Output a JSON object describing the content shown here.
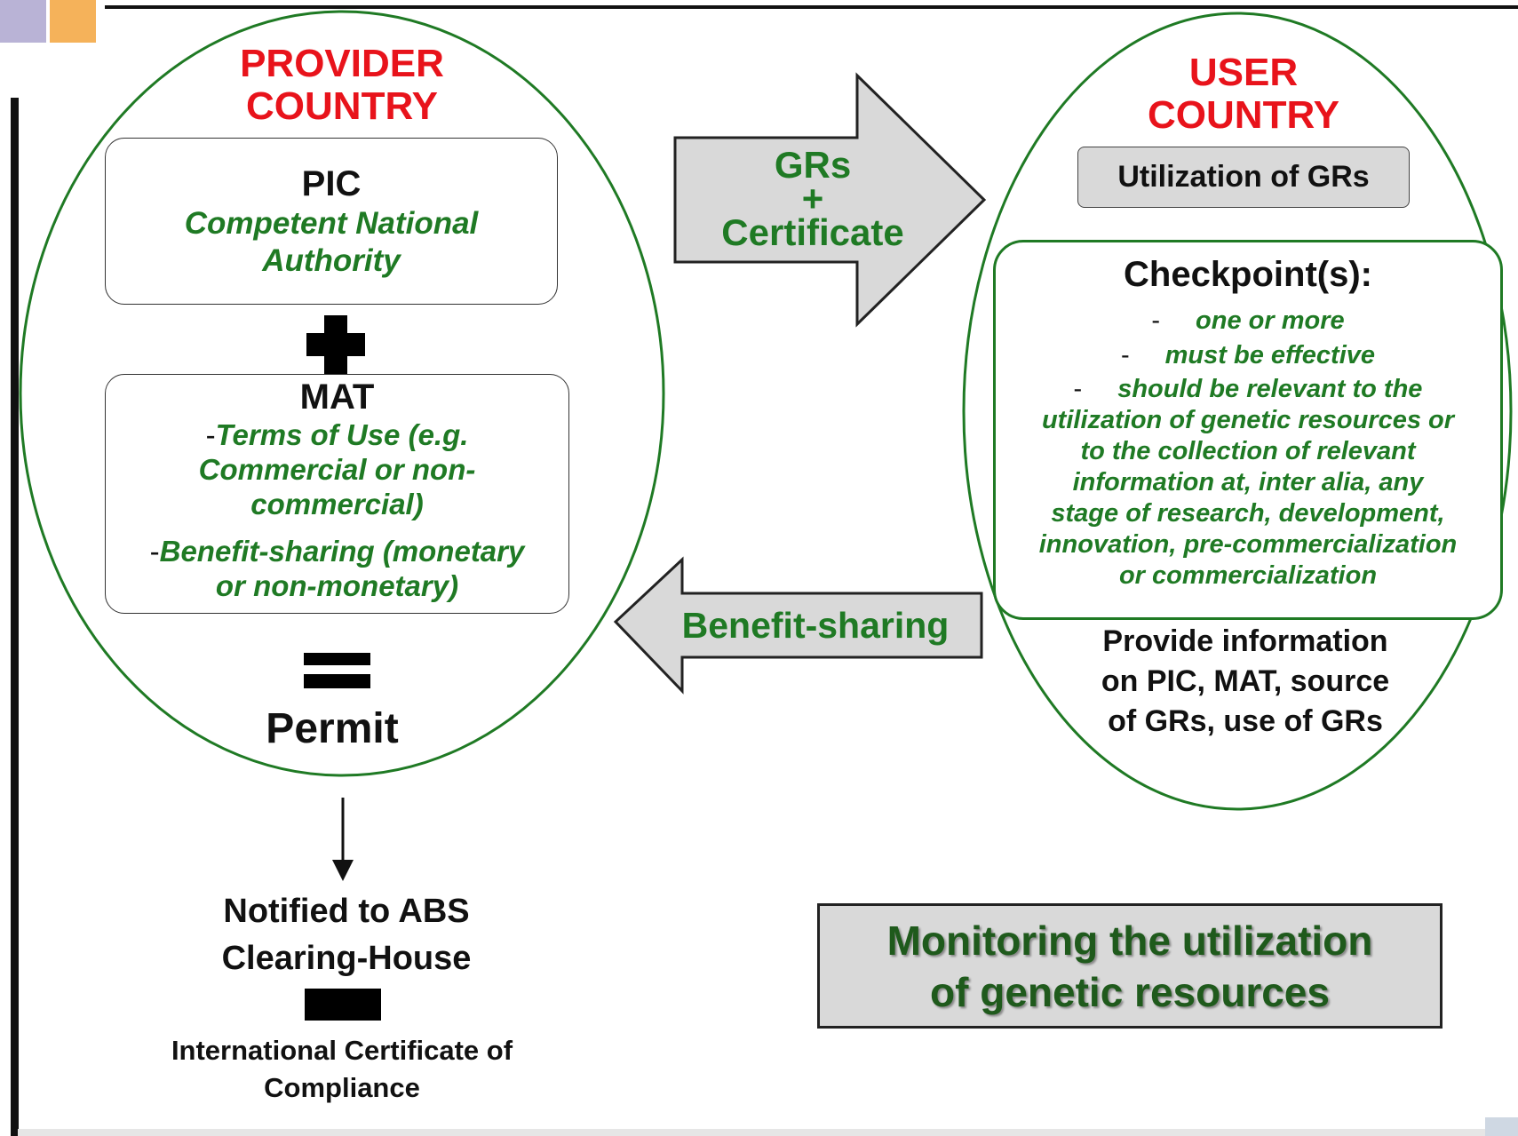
{
  "provider": {
    "title_line1": "PROVIDER",
    "title_line2": "COUNTRY",
    "pic_title": "PIC",
    "pic_sub_line1": "Competent National",
    "pic_sub_line2": "Authority",
    "mat_title": "MAT",
    "mat_item1_dash": "-",
    "mat_item1_line1": "Terms of Use (e.g.",
    "mat_item1_line2": "Commercial or non-",
    "mat_item1_line3": "commercial)",
    "mat_item2_dash": "-",
    "mat_item2_line1": "Benefit-sharing (monetary",
    "mat_item2_line2": "or non-monetary)",
    "permit": "Permit"
  },
  "flow": {
    "gr_line1": "GRs",
    "gr_plus": "+",
    "gr_line2": "Certificate",
    "benefit": "Benefit-sharing"
  },
  "user": {
    "title_line1": "USER",
    "title_line2": "COUNTRY",
    "utilization": "Utilization of GRs",
    "checkpoint_title": "Checkpoint(s):",
    "cp_item1": "one or more",
    "cp_item2": "must be effective",
    "cp_item3_line1": "should be relevant to the",
    "cp_item3_line2": "utilization of genetic resources or",
    "cp_item3_line3": "to the collection of relevant",
    "cp_item3_line4": "information at, inter alia, any",
    "cp_item3_line5": "stage of research, development,",
    "cp_item3_line6": "innovation, pre-commercialization",
    "cp_item3_line7": "or commercialization",
    "dash": "-",
    "provide_line1": "Provide information",
    "provide_line2": "on PIC, MAT, source",
    "provide_line3": "of GRs, use of GRs"
  },
  "bottom": {
    "notified_line1": "Notified to ABS",
    "notified_line2": "Clearing-House",
    "icc_line1": "International Certificate of",
    "icc_line2": "Compliance",
    "monitoring_line1": "Monitoring the utilization",
    "monitoring_line2": "of genetic resources"
  },
  "colors": {
    "ellipse": "#1f7a24",
    "title_red": "#e8131b",
    "text_green": "#1f7a24",
    "arrow_fill": "#d9d9d9",
    "logo_purple": "#b9b3d6",
    "logo_orange": "#f5b25a"
  }
}
